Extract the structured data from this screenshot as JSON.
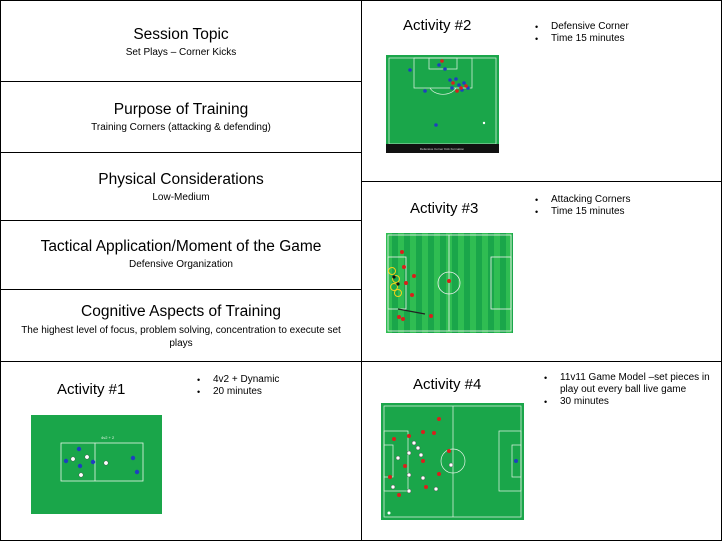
{
  "left_panels": [
    {
      "title": "Session Topic",
      "subtitle": "Set Plays – Corner Kicks"
    },
    {
      "title": "Purpose of Training",
      "subtitle": "Training Corners (attacking & defending)"
    },
    {
      "title": "Physical Considerations",
      "subtitle": "Low-Medium"
    },
    {
      "title": "Tactical Application/Moment of the Game",
      "subtitle": "Defensive Organization"
    },
    {
      "title": "Cognitive Aspects of Training",
      "subtitle": "The highest level of focus, problem solving, concentration to execute set plays"
    }
  ],
  "activities": {
    "a1": {
      "title": "Activity #1",
      "bullets": [
        "4v2 + Dynamic",
        "20 minutes"
      ],
      "figure_label": "4v2 + 2"
    },
    "a2": {
      "title": "Activity #2",
      "bullets": [
        "Defensive Corner",
        "Time 15 minutes"
      ],
      "figure_caption": "Defensive Corner Kick Formation"
    },
    "a3": {
      "title": "Activity #3",
      "bullets": [
        "Attacking Corners",
        "Time 15 minutes"
      ]
    },
    "a4": {
      "title": "Activity #4",
      "bullets": [
        "11v11 Game Model –set pieces in play out every ball live game",
        "30 minutes"
      ]
    }
  },
  "colors": {
    "pitch": "#1aa64a",
    "pitch_stripe": "#2fbd52",
    "blue_team": "#1f3fbf",
    "red_team": "#d9201c",
    "ball": "#f2d21b"
  }
}
